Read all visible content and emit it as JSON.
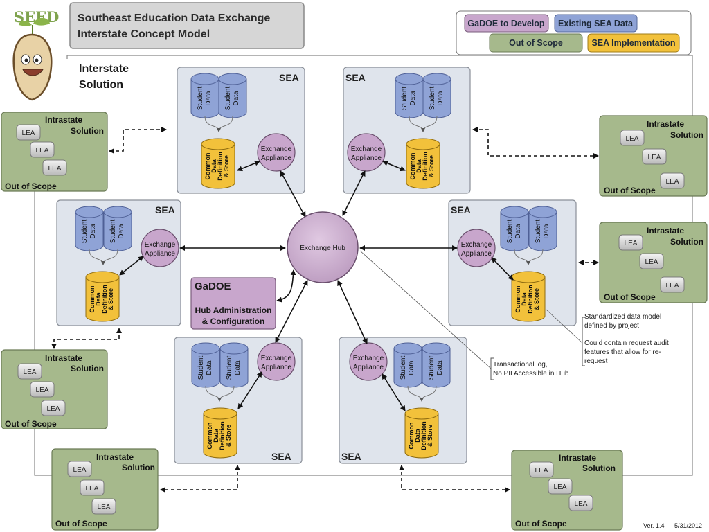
{
  "header": {
    "title_line1": "Southeast Education Data Exchange",
    "title_line2": "Interstate Concept Model",
    "logo_text": "SEED"
  },
  "legend": {
    "gadoe": "GaDOE to Develop",
    "existing": "Existing SEA Data",
    "out_of_scope": "Out of Scope",
    "sea_impl": "SEA Implementation"
  },
  "colors": {
    "gadoe": "#c8a6cc",
    "existing": "#8fa3d6",
    "out_of_scope": "#a6b98c",
    "sea_impl": "#f2c13b",
    "sea_box": "#dfe4ec"
  },
  "interstate": {
    "line1": "Interstate",
    "line2": "Solution"
  },
  "sea_label": "SEA",
  "student_data": {
    "line1": "Student",
    "line2": "Data"
  },
  "common": {
    "l1": "Common",
    "l2": "Data",
    "l3": "Definition",
    "l4": "& Store"
  },
  "appliance": {
    "line1": "Exchange",
    "line2": "Appliance"
  },
  "hub": "Exchange Hub",
  "gadoe_box": {
    "title": "GaDOE",
    "line1": "Hub Administration",
    "line2": "& Configuration"
  },
  "intrastate": {
    "line1": "Intrastate",
    "line2": "Solution",
    "lea": "LEA",
    "out_of_scope": "Out of Scope"
  },
  "notes": {
    "std_1": "Standardized data model",
    "std_2": "defined by project",
    "audit_1": "Could contain request audit",
    "audit_2": "features that allow for re-",
    "audit_3": "request",
    "log_1": "Transactional log,",
    "log_2": "No PII Accessible in Hub"
  },
  "footer": {
    "version": "Ver. 1.4",
    "date": "5/31/2012"
  }
}
